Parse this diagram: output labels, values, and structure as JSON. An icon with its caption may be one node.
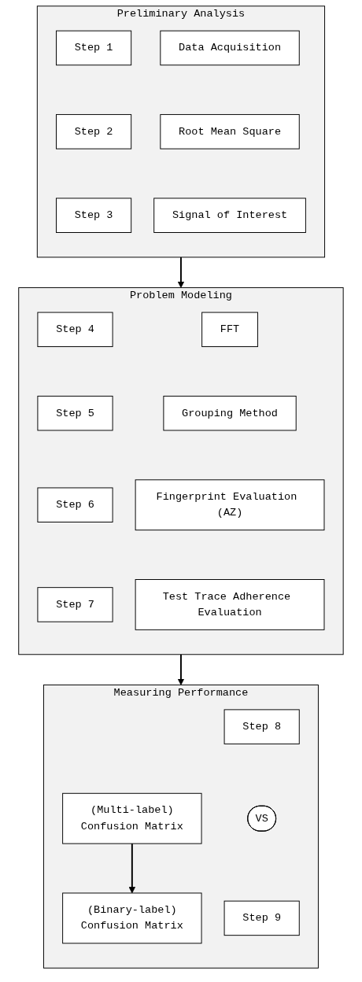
{
  "diagram": {
    "nodes": [
      {
        "text": [
          "Preliminary Analysis"
        ]
      },
      {
        "text": [
          "Step 1"
        ],
        "in": 0
      },
      {
        "text": [
          "Data Acquisition"
        ],
        "in": 0
      },
      {
        "text": [
          "Step 2"
        ],
        "in": 0
      },
      {
        "text": [
          "Root Mean Square"
        ],
        "in": 0
      },
      {
        "text": [
          "Step 3"
        ],
        "in": 0
      },
      {
        "text": [
          "Signal of Interest"
        ],
        "in": 0
      },
      {
        "text": [
          "Problem Modeling"
        ]
      },
      {
        "text": [
          "Step 4"
        ],
        "in": 7
      },
      {
        "text": [
          "FFT"
        ],
        "in": 7
      },
      {
        "text": [
          "Step 5"
        ],
        "in": 7
      },
      {
        "text": [
          "Grouping Method"
        ],
        "in": 7
      },
      {
        "text": [
          "Step 6"
        ],
        "in": 7
      },
      {
        "text": [
          "Fingerprint Evaluation (AZ)"
        ],
        "in": 7
      },
      {
        "text": [
          "Step 7"
        ],
        "in": 7
      },
      {
        "text": [
          "Test Trace Adherence Evaluation"
        ],
        "in": 7
      },
      {
        "text": [
          "Measuring Performance"
        ]
      },
      {
        "text": [
          "Step 8"
        ],
        "in": 16
      },
      {
        "text": [
          "(Multi-label)",
          "Confusion Matrix"
        ],
        "in": 16
      },
      {
        "text": [
          "VS"
        ],
        "in": 16
      },
      {
        "text": [
          "(Binary-label)",
          "Confusion Matrix"
        ],
        "in": 16
      },
      {
        "text": [
          "Step 9"
        ],
        "in": 16
      }
    ],
    "edges": [
      {
        "from": 0,
        "to": 7,
        "arrow": "to"
      },
      {
        "from": 7,
        "to": 16,
        "arrow": "to"
      },
      {
        "from": 18,
        "to": 20,
        "arrow": "to"
      }
    ]
  }
}
